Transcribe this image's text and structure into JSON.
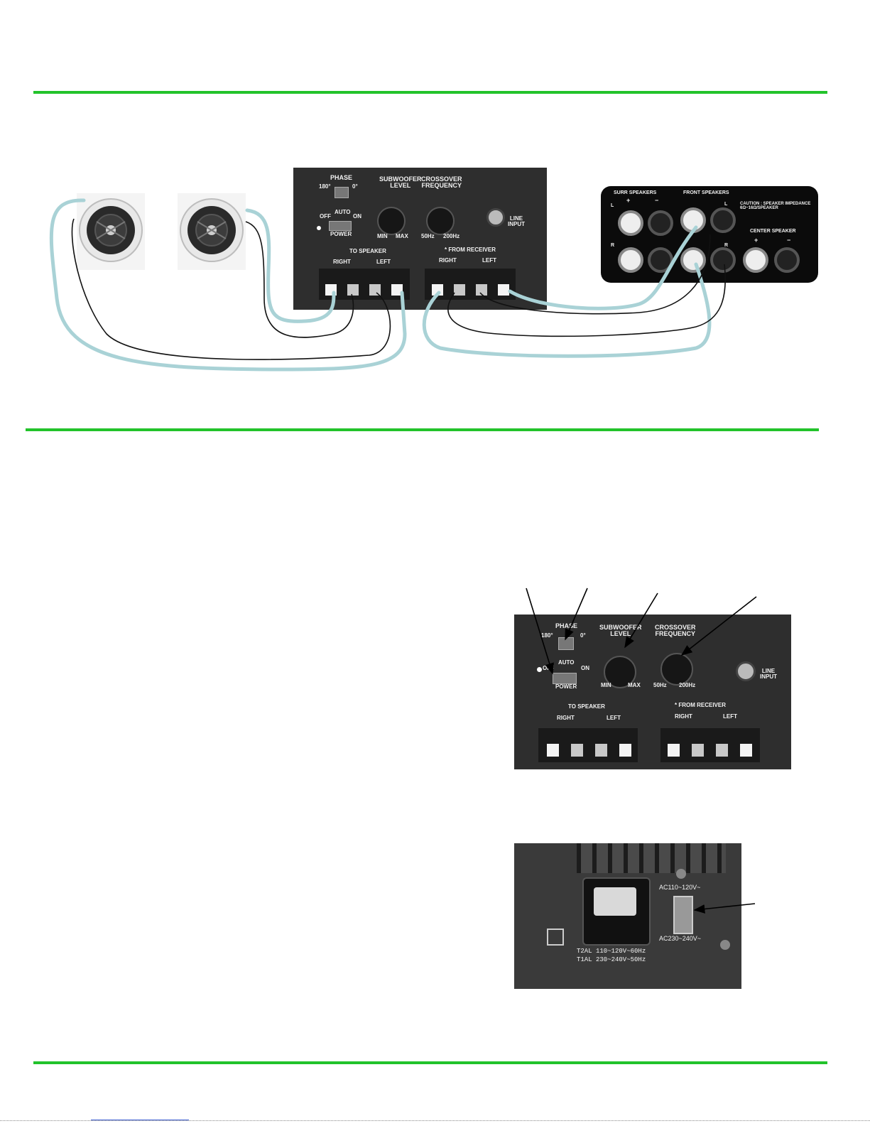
{
  "colors": {
    "rule": "#22c32b",
    "panel": "#2e2e2e",
    "cable_light": "#a9d2d6",
    "cable_dark": "#111111"
  },
  "wiring_panel": {
    "phase": "PHASE",
    "phase_180": "180°",
    "phase_0": "0°",
    "power": "POWER",
    "off": "OFF",
    "auto": "AUTO",
    "on": "ON",
    "subwoofer_level": "SUBWOOFER\nLEVEL",
    "min": "MIN",
    "max": "MAX",
    "crossover_frequency": "CROSSOVER\nFREQUENCY",
    "freq_low": "50Hz",
    "freq_high": "200Hz",
    "line_input": "LINE\nINPUT",
    "to_speaker": "TO SPEAKER",
    "from_receiver": "* FROM RECEIVER",
    "right": "RIGHT",
    "left": "LEFT"
  },
  "receiver": {
    "surr_speakers": "SURR SPEAKERS",
    "front_speakers": "FRONT SPEAKERS",
    "center_speaker": "CENTER SPEAKER",
    "caution": "CAUTION : SPEAKER IMPEDANCE\n6Ω~16Ω/SPEAKER",
    "l": "L",
    "r": "R",
    "plus": "+",
    "minus": "−"
  },
  "power_panel": {
    "ac_high": "AC110~120V~",
    "ac_low": "AC230~240V~",
    "fuse_1": "T2AL  110~120V~60Hz",
    "fuse_2": "T1AL  230~240V~50Hz"
  }
}
